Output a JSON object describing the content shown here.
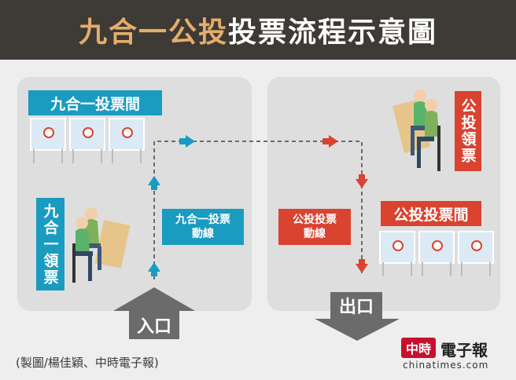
{
  "title": {
    "part1": "九合一公投",
    "part2": "投票流程示意圖"
  },
  "left": {
    "booth_label": "九合一投票間",
    "ballot_label": "九合一領票",
    "route_label_line1": "九合一投票",
    "route_label_line2": "動線"
  },
  "right": {
    "booth_label": "公投投票間",
    "ballot_label": "公投領票",
    "route_label_line1": "公投投票",
    "route_label_line2": "動線"
  },
  "entrance": "入口",
  "exit": "出口",
  "credit": "(製圖/楊佳穎、中時電子報)",
  "logo": {
    "mark": "中時",
    "name": "電子報",
    "url": "chinatimes.com"
  },
  "colors": {
    "teal": "#1a9bc0",
    "red": "#d9432f",
    "dark": "#3e3a35",
    "gold": "#e5ad6c"
  }
}
